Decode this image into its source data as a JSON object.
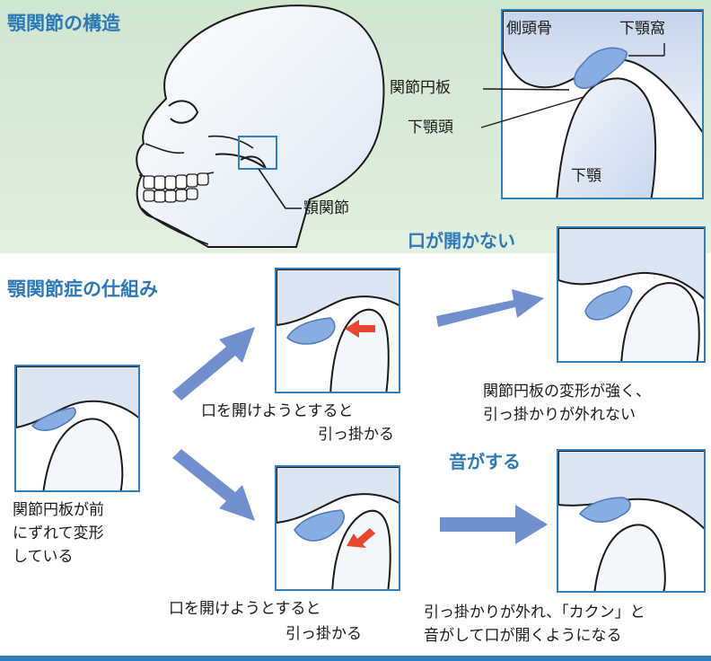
{
  "top": {
    "title": "顎関節の構造",
    "labels": {
      "temporal_bone": "側頭骨",
      "mandibular_fossa": "下顎窩",
      "articular_disc": "関節円板",
      "condyle": "下顎頭",
      "mandible": "下顎",
      "tmj": "顎関節"
    }
  },
  "bottom": {
    "title": "顎関節症の仕組み",
    "start_caption": [
      "関節円板が前",
      "にずれて変形",
      "している"
    ],
    "upper_mid_caption": [
      "口を開けようとすると",
      "引っ掛かる"
    ],
    "lower_mid_caption": [
      "口を開けようとすると",
      "引っ掛かる"
    ],
    "result_upper_title": "口が開かない",
    "result_upper_caption": [
      "関節円板の変形が強く、",
      "引っ掛かりが外れない"
    ],
    "result_lower_title": "音がする",
    "result_lower_caption": [
      "引っ掛かりが外れ、「カクン」と",
      "音がして口が開くようになる"
    ]
  },
  "colors": {
    "accent_blue": "#2f7fbd",
    "arrow_blue": "#6f8fcf",
    "disc_blue": "#86aee3",
    "red_arrow": "#e8472c",
    "band_green": "#d7ebd5"
  }
}
